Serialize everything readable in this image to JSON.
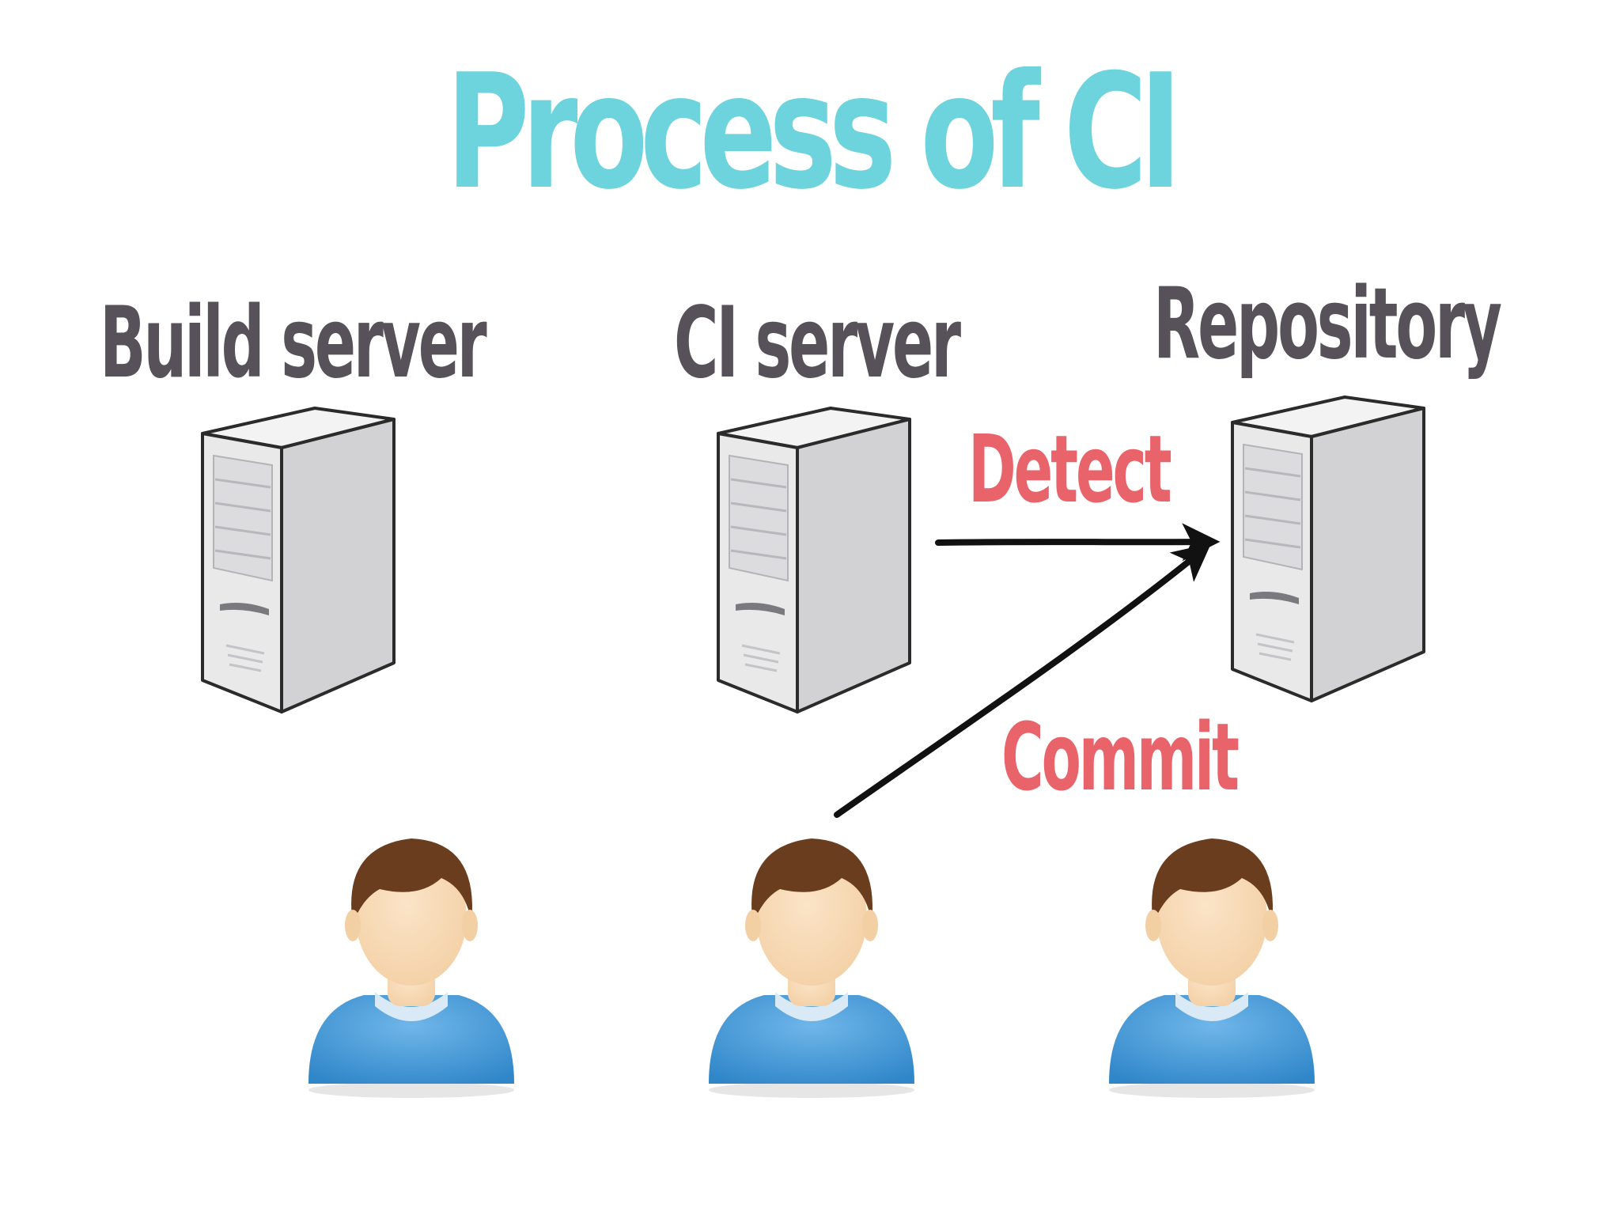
{
  "title": "Process of CI",
  "nodes": {
    "build_server": "Build server",
    "ci_server": "CI server",
    "repository": "Repository"
  },
  "edges": {
    "detect": "Detect",
    "commit": "Commit"
  },
  "colors": {
    "title": "#6dd3dc",
    "node_label": "#57525a",
    "edge_label": "#e9646a",
    "arrow": "#111111",
    "server_body": "#e9e9ea",
    "server_side": "#d2d2d4",
    "server_outline": "#2b2b2b",
    "person_hair": "#6b3d1f",
    "person_skin": "#f3cfa4",
    "person_shirt": "#2f86c8"
  },
  "icons": {
    "server": "server-tower-icon",
    "person": "user-person-icon"
  }
}
